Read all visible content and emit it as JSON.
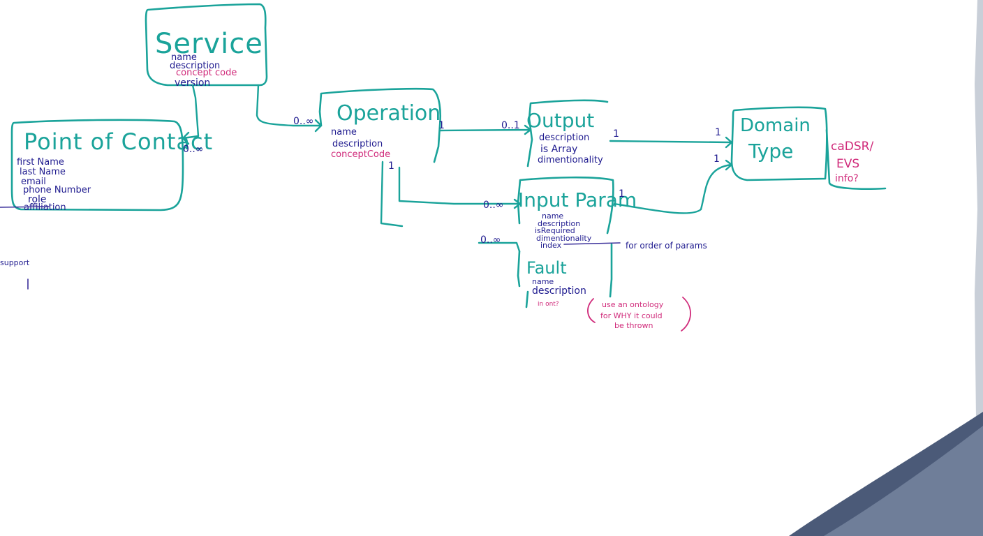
{
  "entities": {
    "service": {
      "title": "Service",
      "attrs": [
        "name",
        "description",
        "concept code",
        "version"
      ]
    },
    "point_of_contact": {
      "title": "Point of Contact",
      "attrs": [
        "first Name",
        "last Name",
        "email",
        "phone Number",
        "role",
        "affiliation"
      ]
    },
    "operation": {
      "title": "Operation",
      "attrs": [
        "name",
        "description",
        "conceptCode"
      ]
    },
    "output": {
      "title": "Output",
      "attrs": [
        "description",
        "is Array",
        "dimentionality"
      ]
    },
    "input_param": {
      "title": "Input Param",
      "attrs": [
        "name",
        "description",
        "isRequired",
        "dimentionality",
        "index"
      ]
    },
    "fault": {
      "title": "Fault",
      "attrs": [
        "name",
        "description",
        "in ont?"
      ]
    },
    "domain_type": {
      "title_line1": "Domain",
      "title_line2": "Type"
    }
  },
  "multiplicities": {
    "service_poc": "0..∞",
    "service_operation": "0..∞",
    "operation_output_left": "1",
    "operation_output_right": "0..1",
    "operation_input": "0..∞",
    "input_fault": "0..∞",
    "output_domain_left": "1",
    "output_domain_right": "1",
    "input_domain_left": "1",
    "input_domain_right": "1",
    "operation_input_left": "1"
  },
  "notes": {
    "index_note": "for order of params",
    "cadsr_line1": "caDSR/",
    "cadsr_line2": "EVS",
    "cadsr_line3": "info?",
    "fault_note_line1": "use an ontology",
    "fault_note_line2": "for WHY it could",
    "fault_note_line3": "be thrown",
    "support": "support"
  },
  "colors": {
    "teal": "#1aa39a",
    "navy": "#1f1b8f",
    "pink": "#d02a7a"
  }
}
